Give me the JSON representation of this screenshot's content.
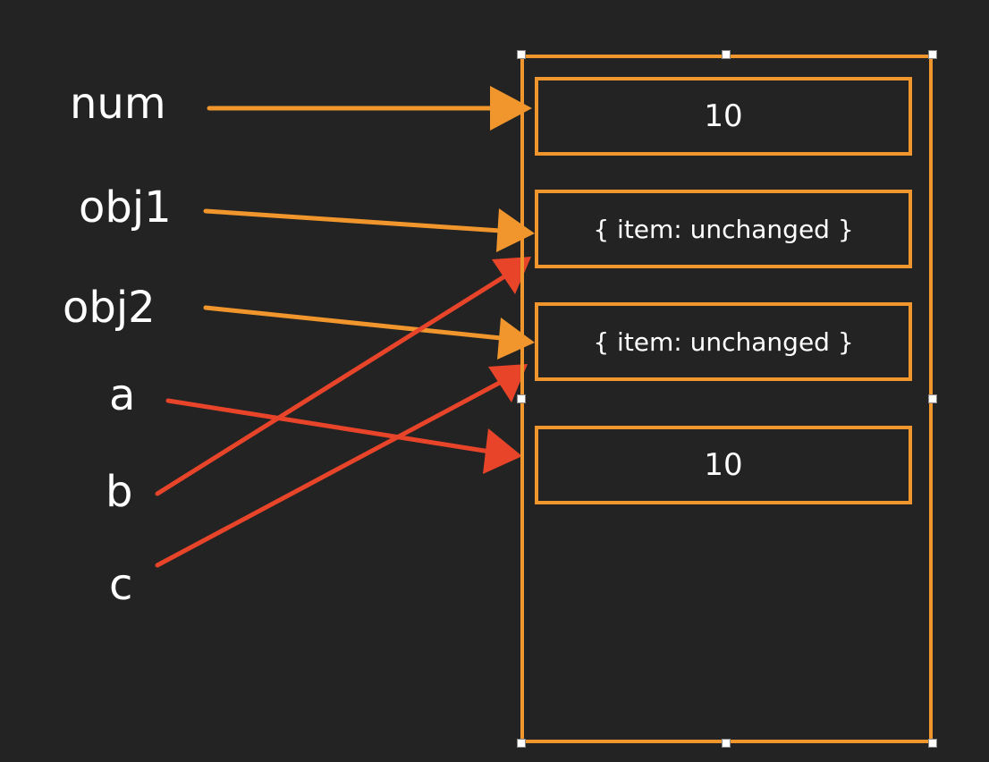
{
  "variables": {
    "num": "num",
    "obj1": "obj1",
    "obj2": "obj2",
    "a": "a",
    "b": "b",
    "c": "c"
  },
  "memory": {
    "cells": [
      {
        "value": "10"
      },
      {
        "value": "{ item: unchanged }"
      },
      {
        "value": "{ item: unchanged }"
      },
      {
        "value": "10"
      }
    ]
  },
  "colors": {
    "background": "#232323",
    "primary_arrow": "#f0962d",
    "secondary_arrow": "#e8442a",
    "text": "#ffffff"
  }
}
